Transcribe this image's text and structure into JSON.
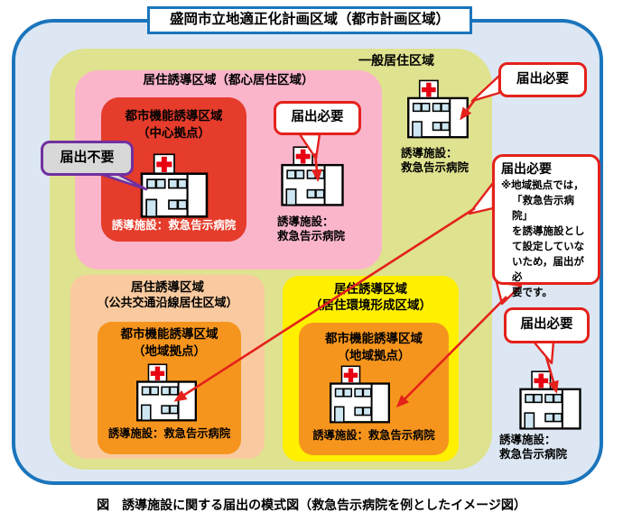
{
  "title": "盛岡市立地適正化計画区域（都市計画区域）",
  "caption": "図　誘導施設に関する届出の模式図（救急告示病院を例としたイメージ図）",
  "regions": {
    "general": {
      "label": "一般居住区域"
    },
    "pink": {
      "label": "居住誘導区域（都心居住区域）"
    },
    "red": {
      "line1": "都市機能誘導区域",
      "line2": "（中心拠点）"
    },
    "peach": {
      "line1": "居住誘導区域",
      "line2": "（公共交通沿線居住区域）"
    },
    "orange_left": {
      "line1": "都市機能誘導区域",
      "line2": "（地域拠点）"
    },
    "yellow": {
      "line1": "居住誘導区域",
      "line2": "（居住環境形成区域）"
    },
    "orange_right": {
      "line1": "都市機能誘導区域",
      "line2": "（地域拠点）"
    }
  },
  "facilities": {
    "central": {
      "label": "誘導施設：救急告示病院"
    },
    "core": {
      "line1": "誘導施設：",
      "line2": "救急告示病院"
    },
    "general": {
      "line1": "誘導施設：",
      "line2": "救急告示病院"
    },
    "regional_left": {
      "label": "誘導施設：救急告示病院"
    },
    "regional_right": {
      "label": "誘導施設：救急告示病院"
    },
    "outside": {
      "line1": "誘導施設：",
      "line2": "救急告示病院"
    }
  },
  "callouts": {
    "not_required": {
      "label": "届出不要"
    },
    "required_core": {
      "label": "届出必要"
    },
    "required_general": {
      "label": "届出必要"
    },
    "required_regional": {
      "label": "届出必要",
      "note": "※地域拠点では，\n「救急告示病院」\nを誘導施設とし\nて設定していな\nいため，届出が必\n要です。"
    },
    "required_outside": {
      "label": "届出必要"
    }
  },
  "icons": {
    "hospital": "hospital-icon",
    "cross": "red-cross-icon"
  },
  "colors": {
    "outer_border": "#1B75BC",
    "outer_fill": "#DCE7F3",
    "general_fill": "#DFE28E",
    "pink_fill": "#FAB5CB",
    "red_fill": "#E53C2B",
    "peach_fill": "#F9CA9F",
    "orange_fill": "#F6951D",
    "yellow_fill": "#FFF000",
    "callout_red": "#E4211B",
    "callout_purple": "#7030A0",
    "callout_gray": "#D8D8D8",
    "cross_red": "#E60012",
    "window_blue": "#CDE6F2"
  }
}
